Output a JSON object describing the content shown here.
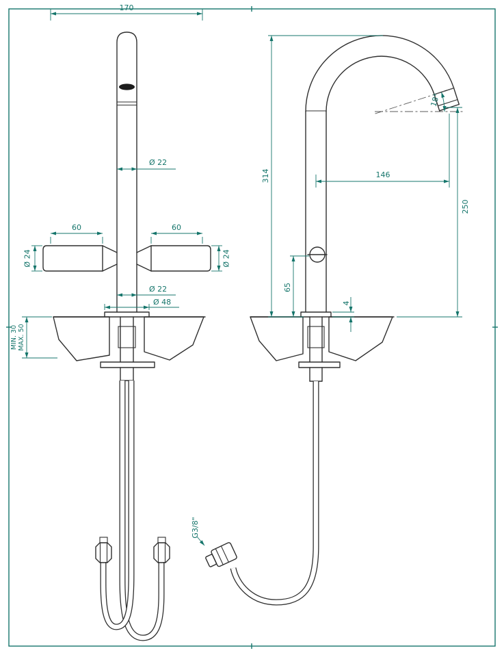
{
  "drawing": {
    "colors": {
      "line": "#2f2f2f",
      "dimension": "#15756b",
      "frame": "#15756b",
      "background": "#ffffff"
    },
    "front": {
      "width_overall": "170",
      "handle_left_len": "60",
      "handle_right_len": "60",
      "handle_left_dia": "Ø 24",
      "handle_right_dia": "Ø 24",
      "spout_dia": "Ø 22",
      "body_dia": "Ø 22",
      "base_dia": "Ø 48",
      "deck_min": "MIN. 30",
      "deck_max": "MAX. 50"
    },
    "side": {
      "height": "314",
      "reach": "146",
      "outlet_height": "250",
      "outlet_angle": "18°",
      "screw_height": "65",
      "flange_thk": "4",
      "thread": "G3/8\""
    }
  }
}
